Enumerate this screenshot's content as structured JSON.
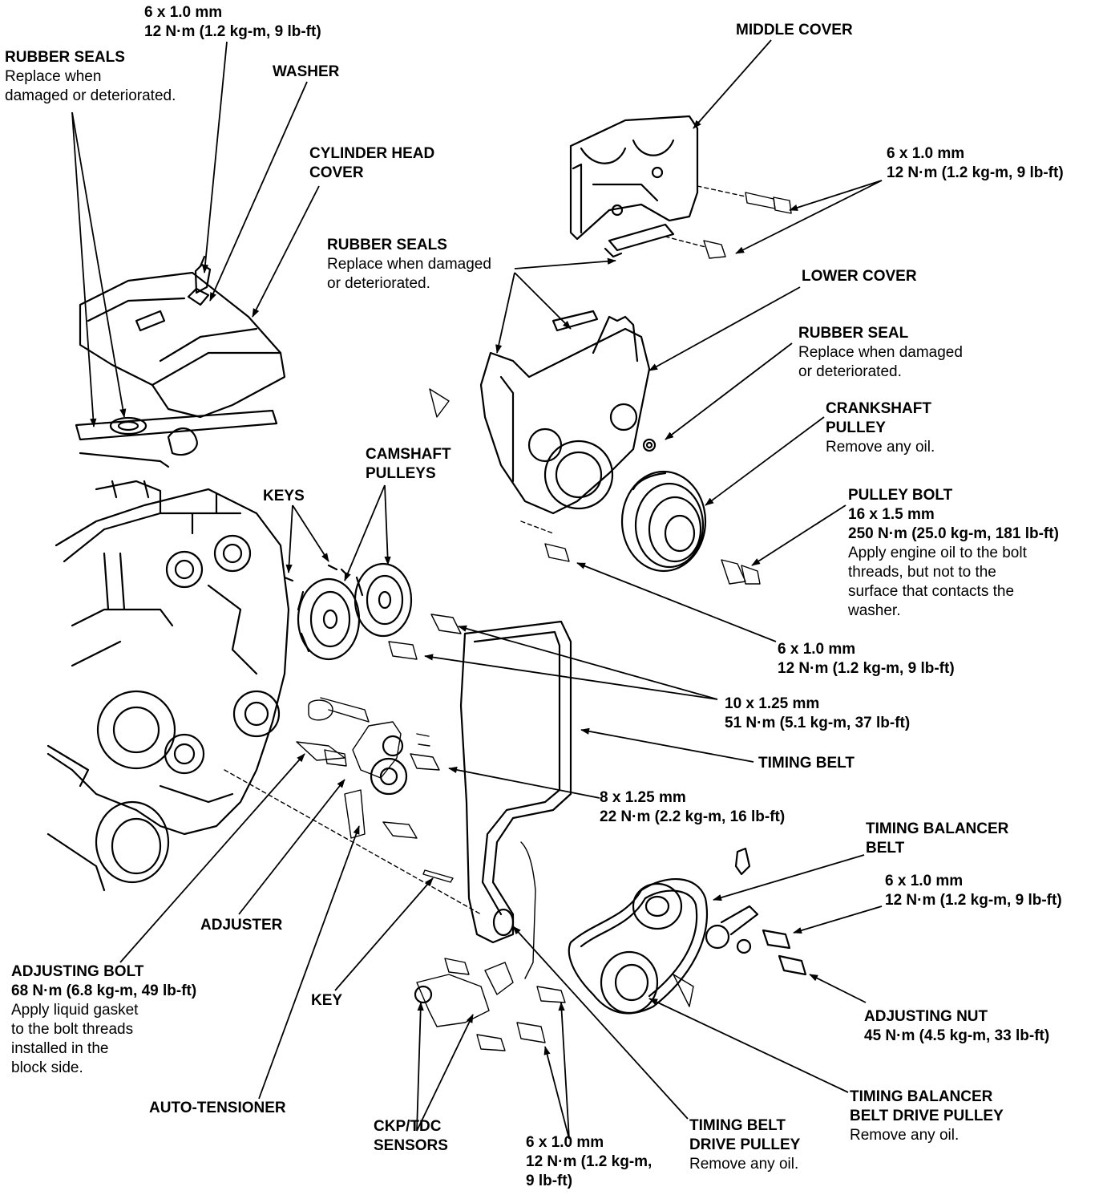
{
  "labels": {
    "bolt_top": {
      "title": "6 x 1.0 mm",
      "spec": "12 N·m (1.2 kg-m, 9 lb-ft)"
    },
    "rubber_seals_head": {
      "title": "RUBBER SEALS",
      "line1": "Replace when",
      "line2": "damaged or deteriorated."
    },
    "washer": {
      "title": "WASHER"
    },
    "cylinder_head_cover": {
      "line1": "CYLINDER HEAD",
      "line2": "COVER"
    },
    "middle_cover": {
      "title": "MIDDLE COVER"
    },
    "bolt_middle": {
      "title": "6 x 1.0 mm",
      "spec": "12 N·m (1.2 kg-m, 9 lb-ft)"
    },
    "rubber_seals_covers": {
      "title": "RUBBER SEALS",
      "line1": "Replace when damaged",
      "line2": "or deteriorated."
    },
    "lower_cover": {
      "title": "LOWER COVER"
    },
    "rubber_seal": {
      "title": "RUBBER SEAL",
      "line1": "Replace when damaged",
      "line2": "or deteriorated."
    },
    "crankshaft_pulley": {
      "line1": "CRANKSHAFT",
      "line2": "PULLEY",
      "note": "Remove any oil."
    },
    "pulley_bolt": {
      "title": "PULLEY BOLT",
      "size": "16 x 1.5 mm",
      "spec": "250 N·m (25.0 kg-m, 181 lb-ft)",
      "note1": "Apply engine oil to the bolt",
      "note2": "threads, but not to the",
      "note3": "surface that contacts the",
      "note4": "washer."
    },
    "camshaft_pulleys": {
      "line1": "CAMSHAFT",
      "line2": "PULLEYS"
    },
    "keys": {
      "title": "KEYS"
    },
    "bolt_lower_cover": {
      "title": "6 x 1.0 mm",
      "spec": "12 N·m (1.2 kg-m, 9 lb-ft)"
    },
    "bolt_cam": {
      "title": "10 x 1.25 mm",
      "spec": "51 N·m (5.1 kg-m, 37 lb-ft)"
    },
    "timing_belt": {
      "title": "TIMING BELT"
    },
    "bolt_idler": {
      "title": "8 x 1.25 mm",
      "spec": "22 N·m (2.2 kg-m, 16 lb-ft)"
    },
    "timing_balancer_belt": {
      "line1": "TIMING BALANCER",
      "line2": "BELT"
    },
    "bolt_balancer": {
      "title": "6 x 1.0 mm",
      "spec": "12 N·m (1.2 kg-m, 9 lb-ft)"
    },
    "adjuster": {
      "title": "ADJUSTER"
    },
    "adjusting_bolt": {
      "title": "ADJUSTING BOLT",
      "spec": "68 N·m (6.8 kg-m, 49 lb-ft)",
      "note1": "Apply liquid gasket",
      "note2": "to the bolt threads",
      "note3": "installed in the",
      "note4": "block side."
    },
    "key": {
      "title": "KEY"
    },
    "adjusting_nut": {
      "title": "ADJUSTING NUT",
      "spec": "45 N·m (4.5 kg-m, 33 lb-ft)"
    },
    "auto_tensioner": {
      "title": "AUTO-TENSIONER"
    },
    "ckp_tdc": {
      "line1": "CKP/TDC",
      "line2": "SENSORS"
    },
    "bolt_bottom": {
      "title": "6 x 1.0 mm",
      "spec1": "12 N·m (1.2 kg-m,",
      "spec2": "9 lb-ft)"
    },
    "timing_belt_drive_pulley": {
      "line1": "TIMING BELT",
      "line2": "DRIVE PULLEY",
      "note": "Remove any oil."
    },
    "timing_balancer_belt_drive_pulley": {
      "line1": "TIMING BALANCER",
      "line2": "BELT DRIVE PULLEY",
      "note": "Remove any oil."
    }
  },
  "colors": {
    "ink": "#000000",
    "paper": "#ffffff"
  }
}
